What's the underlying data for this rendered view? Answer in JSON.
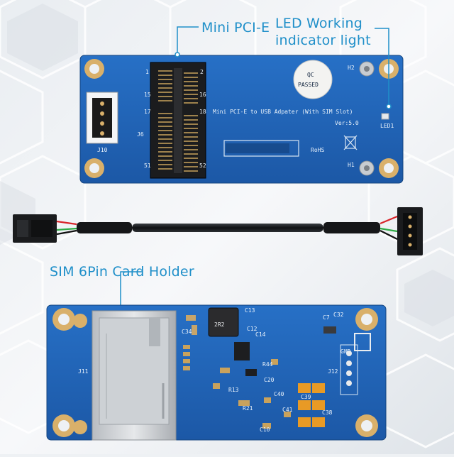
{
  "callouts": {
    "mini_pcie": "Mini PCI-E",
    "led_line1": "LED Working",
    "led_line2": "indicator light",
    "sim_holder": "SIM 6Pin Card Holder"
  },
  "top_board": {
    "title_silk": "Mini PCI-E to USB Adpater (With SIM Slot)",
    "version": "Ver:5.0",
    "qc_line1": "QC",
    "qc_line2": "PASSED",
    "rohs": "RoHS",
    "connector_ref": "J6",
    "connector_ref2": "J10",
    "hole_h1": "H1",
    "hole_h2": "H2",
    "led_ref": "LED1",
    "pin_1": "1",
    "pin_2": "2",
    "pin_51": "51",
    "pin_52": "52",
    "pin_15": "15",
    "pin_17": "17",
    "pin_16": "16",
    "pin_18": "18"
  },
  "bottom_board": {
    "inductor": "2R2",
    "j11": "J11",
    "j12": "J12",
    "gnd": "GND",
    "c13": "C13",
    "c7": "C7",
    "c32": "C32",
    "c34": "C34",
    "c12": "C12",
    "c14": "C14",
    "r44": "R44",
    "c20": "C20",
    "r13": "R13",
    "c39": "C39",
    "c40": "C40",
    "c41": "C41",
    "c38": "C38",
    "r21": "R21",
    "c10": "C10"
  },
  "colors": {
    "callout": "#1f8fc9",
    "pcb_blue": "#1f62b8",
    "pcb_dark": "#174f97",
    "gold": "#d9b06a"
  }
}
